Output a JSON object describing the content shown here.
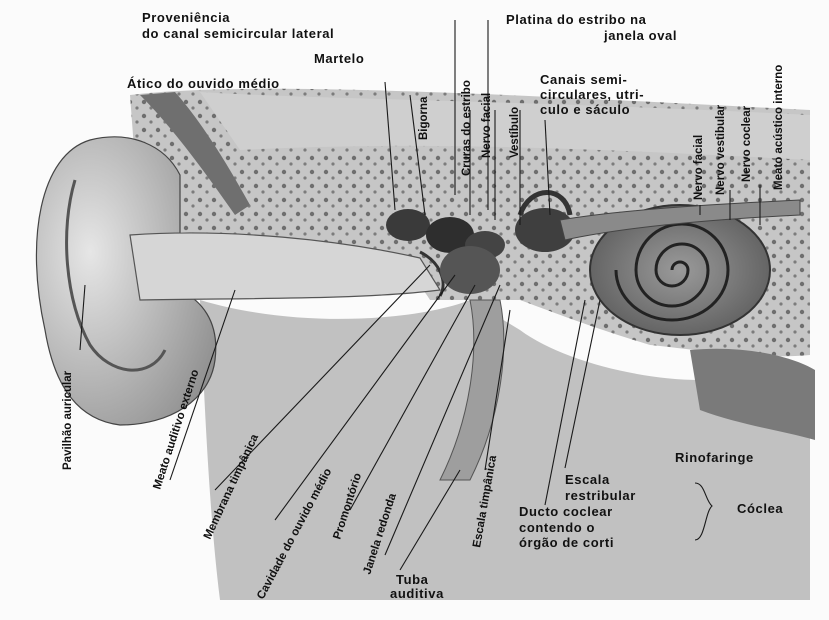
{
  "labels": {
    "proveniencia_1": "Proveniência",
    "proveniencia_2": "do canal semicircular lateral",
    "platina_1": "Platina do estribo na",
    "platina_2": "janela oval",
    "martelo": "Martelo",
    "atico": "Ático do ouvido médio",
    "canais_1": "Canais semi-",
    "canais_2": "circulares, utri-",
    "canais_3": "culo e sáculo",
    "bigorna": "Bigorna",
    "cruras": "Cruras do estribo",
    "nervo_facial_top": "Nervo facial",
    "vestibulo": "Vestíbulo",
    "nervo_facial_right": "Nervo facial",
    "nervo_vestibular": "Nervo vestibular",
    "nervo_coclear": "Nervo coclear",
    "meato_interno": "Meato acústico interno",
    "pavilhao": "Pavilhão auricular",
    "meato_externo": "Meato auditivo externo",
    "membrana": "Membrana timpânica",
    "cavidade": "Cavidade do ouvido médio",
    "promontorio": "Promontório",
    "janela_redonda": "Janela redonda",
    "escala_timpanica": "Escala timpânica",
    "rinofaringe": "Rinofaringe",
    "escala_vest_1": "Escala",
    "escala_vest_2": "restribular",
    "ducto_1": "Ducto coclear",
    "ducto_2": "contendo o",
    "ducto_3": "órgão de corti",
    "coclea": "Cóclea",
    "tuba_1": "Tuba",
    "tuba_2": "auditiva"
  }
}
